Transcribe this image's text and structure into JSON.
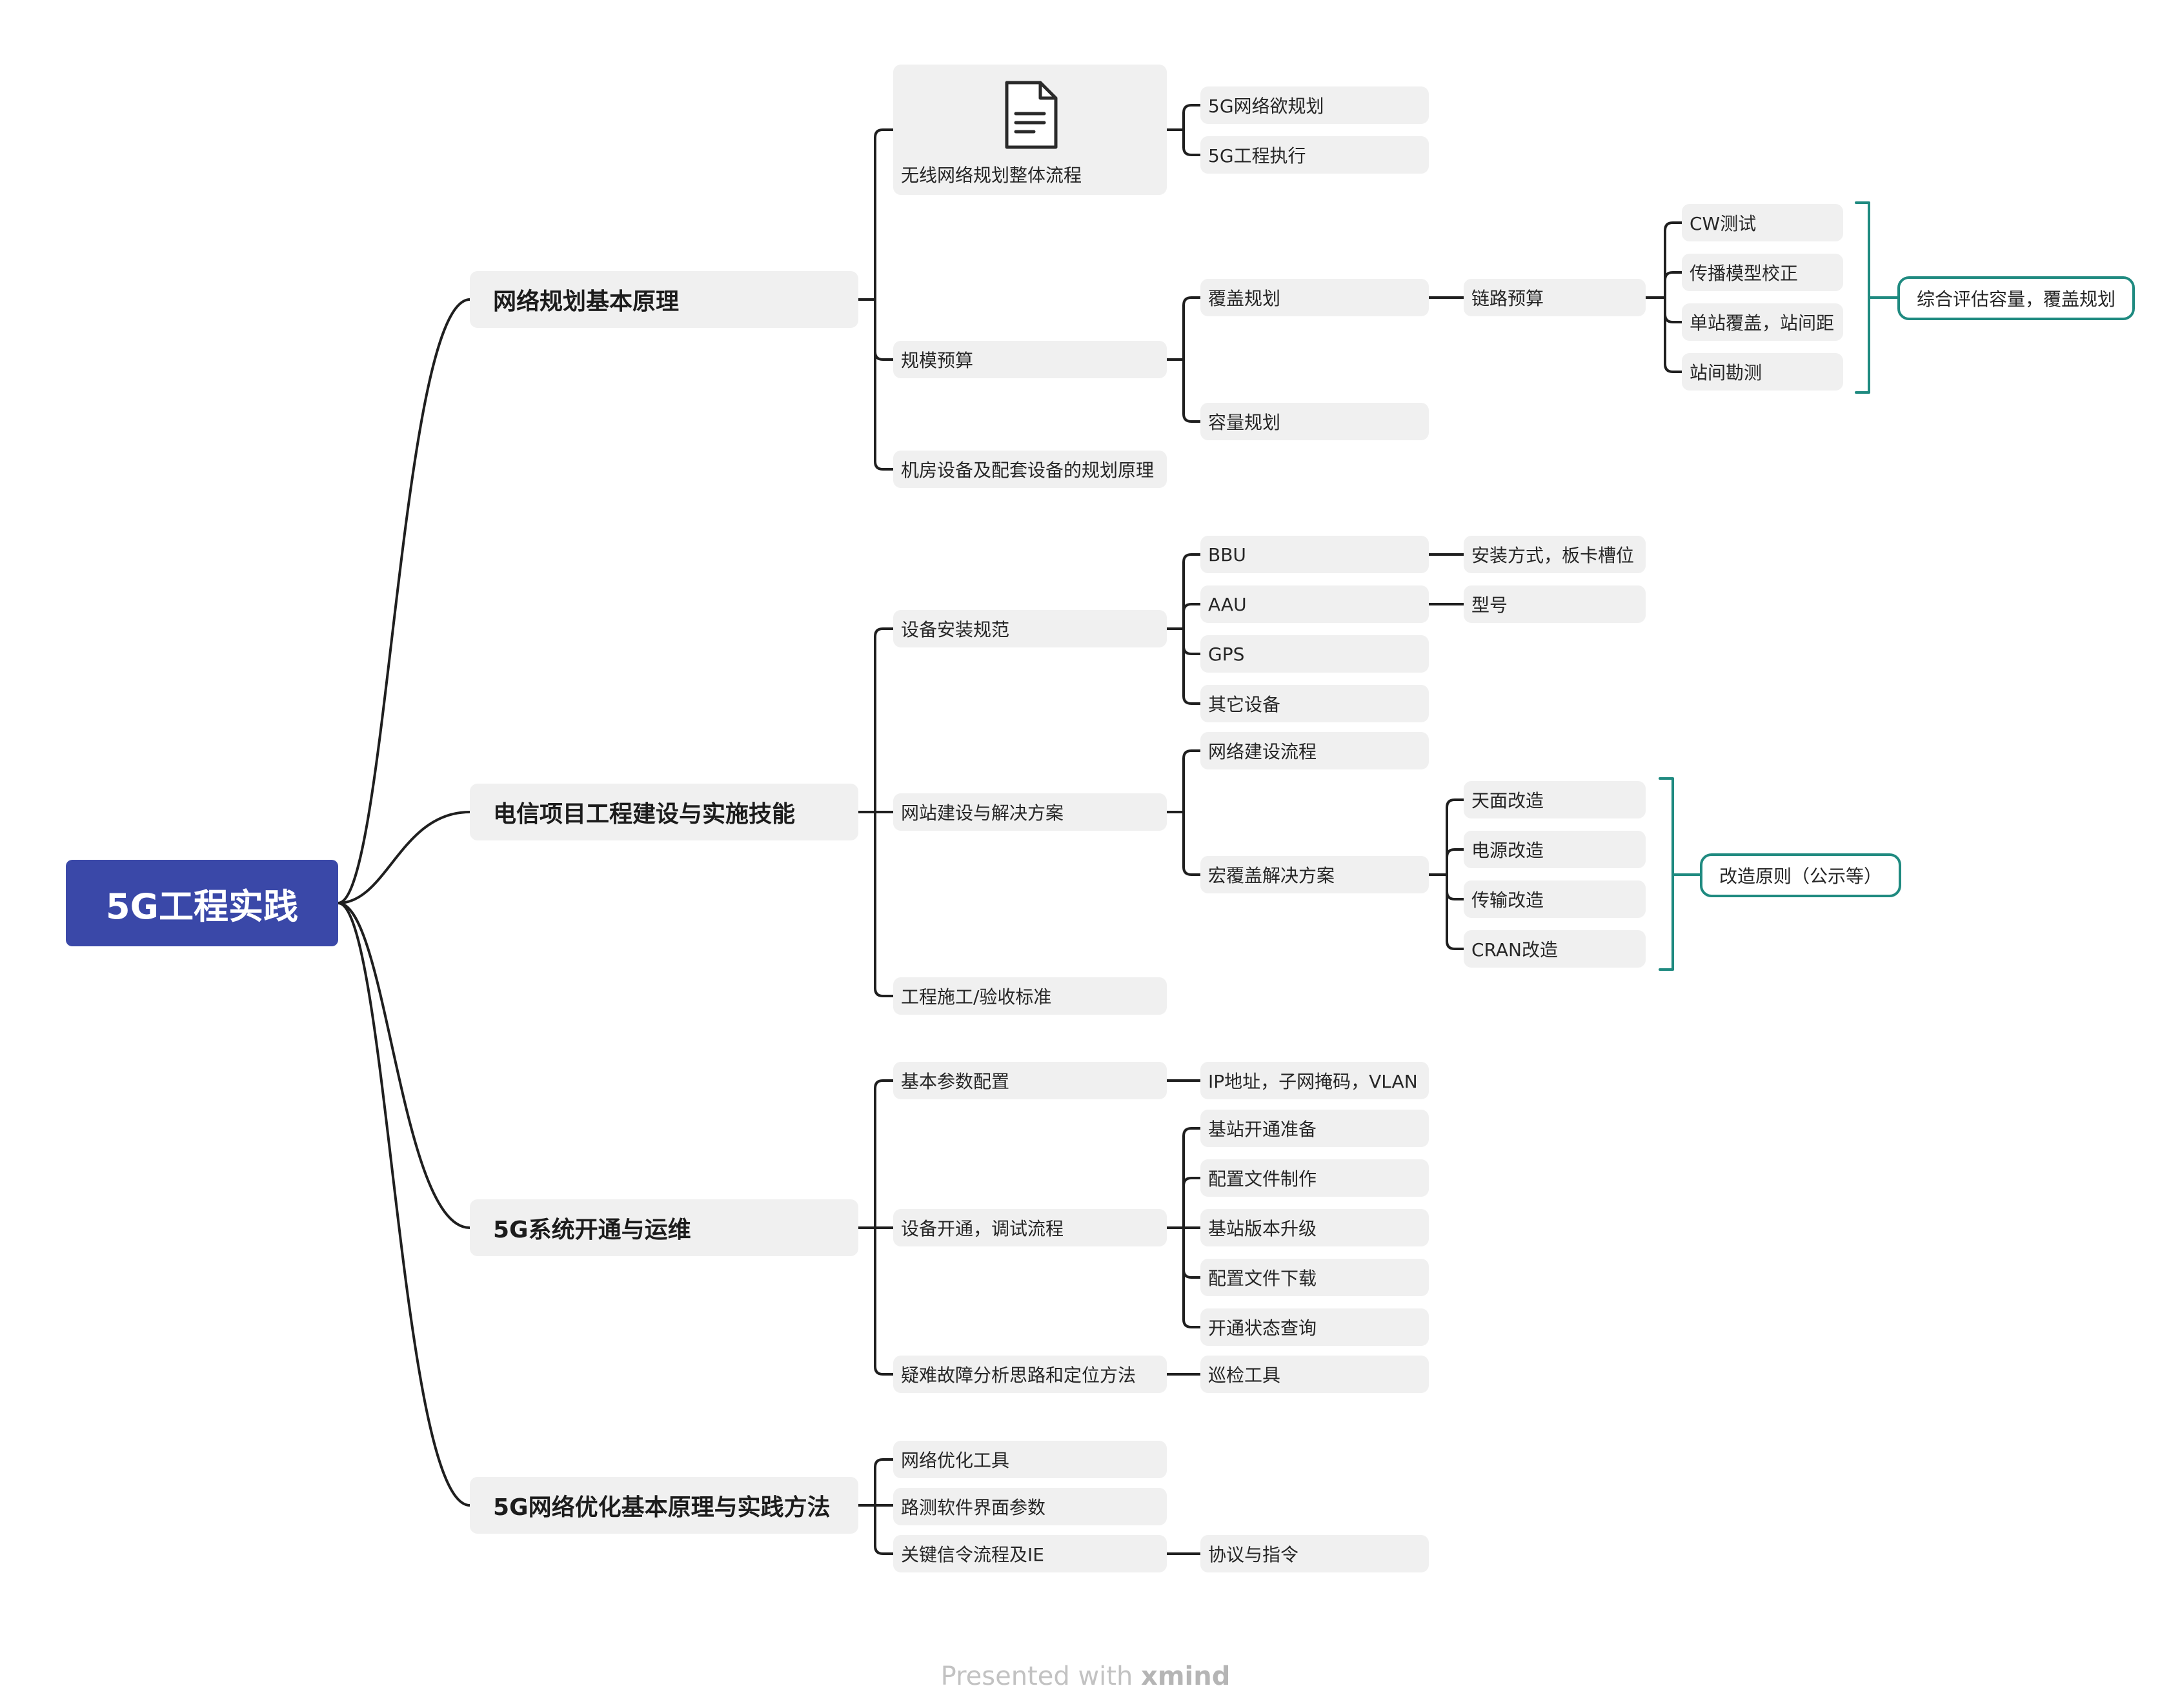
{
  "root": {
    "label": "5G工程实践"
  },
  "branches": [
    {
      "label": "网络规划基本原理",
      "children": [
        {
          "label": "无线网络规划整体流程",
          "icon": "document-icon",
          "children": [
            {
              "label": "5G网络欲规划"
            },
            {
              "label": "5G工程执行"
            }
          ]
        },
        {
          "label": "规模预算",
          "children": [
            {
              "label": "覆盖规划",
              "children": [
                {
                  "label": "链路预算",
                  "children": [
                    {
                      "label": "CW测试"
                    },
                    {
                      "label": "传播模型校正"
                    },
                    {
                      "label": "单站覆盖，站间距"
                    },
                    {
                      "label": "站间勘测"
                    }
                  ]
                }
              ]
            },
            {
              "label": "容量规划"
            }
          ]
        },
        {
          "label": "机房设备及配套设备的规划原理"
        }
      ]
    },
    {
      "label": "电信项目工程建设与实施技能",
      "children": [
        {
          "label": "设备安装规范",
          "children": [
            {
              "label": "BBU",
              "children": [
                {
                  "label": "安装方式，板卡槽位"
                }
              ]
            },
            {
              "label": "AAU",
              "children": [
                {
                  "label": "型号"
                }
              ]
            },
            {
              "label": "GPS"
            },
            {
              "label": "其它设备"
            }
          ]
        },
        {
          "label": "网站建设与解决方案",
          "children": [
            {
              "label": "网络建设流程"
            },
            {
              "label": "宏覆盖解决方案",
              "children": [
                {
                  "label": "天面改造"
                },
                {
                  "label": "电源改造"
                },
                {
                  "label": "传输改造"
                },
                {
                  "label": "CRAN改造"
                }
              ]
            }
          ]
        },
        {
          "label": "工程施工/验收标准"
        }
      ]
    },
    {
      "label": "5G系统开通与运维",
      "children": [
        {
          "label": "基本参数配置",
          "children": [
            {
              "label": "IP地址，子网掩码，VLAN"
            }
          ]
        },
        {
          "label": "设备开通，调试流程",
          "children": [
            {
              "label": "基站开通准备"
            },
            {
              "label": "配置文件制作"
            },
            {
              "label": "基站版本升级"
            },
            {
              "label": "配置文件下载"
            },
            {
              "label": "开通状态查询"
            }
          ]
        },
        {
          "label": "疑难故障分析思路和定位方法",
          "children": [
            {
              "label": "巡检工具"
            }
          ]
        }
      ]
    },
    {
      "label": "5G网络优化基本原理与实践方法",
      "children": [
        {
          "label": "网络优化工具"
        },
        {
          "label": "路测软件界面参数"
        },
        {
          "label": "关键信令流程及IE",
          "children": [
            {
              "label": "协议与指令"
            }
          ]
        }
      ]
    }
  ],
  "summaries": [
    {
      "label": "综合评估容量，覆盖规划"
    },
    {
      "label": "改造原则（公示等）"
    }
  ],
  "colors": {
    "root": "#3a48a8",
    "node": "#f0f0f0",
    "line": "#1f1f1f",
    "summary": "#1f8a80"
  },
  "footer": {
    "prefix": "Presented with",
    "brand": "xmind"
  }
}
